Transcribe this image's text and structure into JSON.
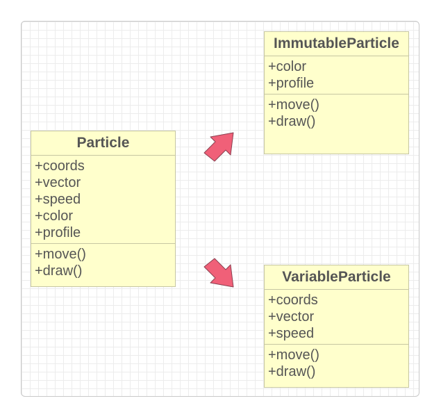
{
  "colors": {
    "class_fill": "#ffffcc",
    "class_border": "#c6c6a2",
    "text": "#555555",
    "arrow_fill": "#f06078",
    "arrow_stroke": "#8a4050"
  },
  "classes": {
    "particle": {
      "name": "Particle",
      "attributes": [
        "+coords",
        "+vector",
        "+speed",
        "+color",
        "+profile"
      ],
      "methods": [
        "+move()",
        "+draw()"
      ]
    },
    "immutable": {
      "name": "ImmutableParticle",
      "attributes": [
        "+color",
        "+profile"
      ],
      "methods": [
        "+move()",
        "+draw()"
      ]
    },
    "variable": {
      "name": "VariableParticle",
      "attributes": [
        "+coords",
        "+vector",
        "+speed"
      ],
      "methods": [
        "+move()",
        "+draw()"
      ]
    }
  },
  "arrows": {
    "up": {
      "direction": "up-right",
      "icon": "arrow-up-right-icon"
    },
    "down": {
      "direction": "down-right",
      "icon": "arrow-down-right-icon"
    }
  }
}
